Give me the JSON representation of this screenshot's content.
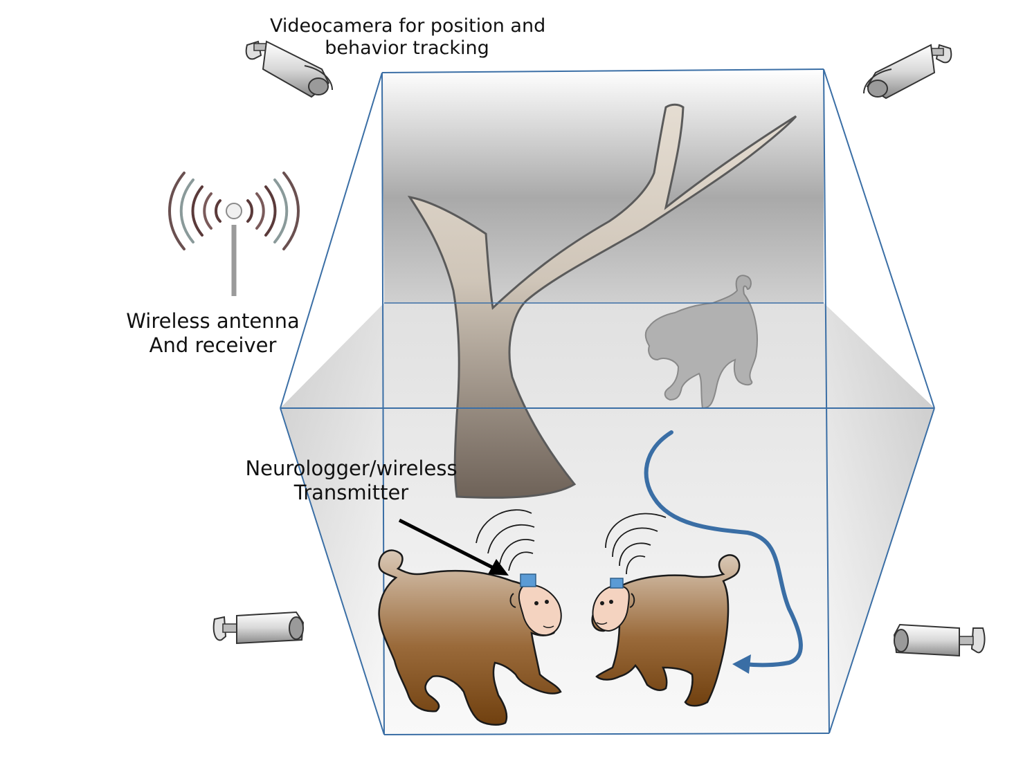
{
  "labels": {
    "videocamera": {
      "line1": "Videocamera for position and",
      "line2": "behavior tracking"
    },
    "antenna": {
      "line1": "Wireless antenna",
      "line2": "And receiver"
    },
    "neurologger": {
      "line1": "Neurologger/wireless",
      "line2": "Transmitter"
    }
  },
  "colors": {
    "cage_edge": "#3a6ea5",
    "path_arrow": "#3a6ea5",
    "tree_fill": "#d9d0c4",
    "tree_outline": "#555555",
    "monkey_top": "#d7c5b2",
    "monkey_bottom": "#7a4a16",
    "monkey_face": "#f4d3c0",
    "ghost_monkey": "#a8a8a8",
    "transmitter": "#5b9bd5",
    "antenna_arc_dark": "#5b3a3a",
    "antenna_arc_light": "#8a9a9a"
  },
  "icons": [
    "camera-icon",
    "antenna-icon",
    "transmitter-icon",
    "wireless-signal-icon"
  ]
}
